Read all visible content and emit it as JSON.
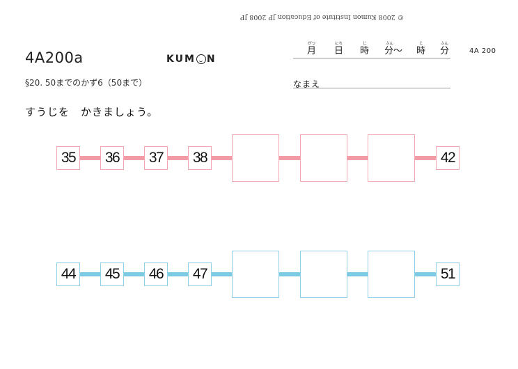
{
  "header": {
    "copyright": "© 2008 Kumon Institute of Education JP 2008 JP",
    "worksheet_code": "4A200a",
    "logo": {
      "prefix": "KUM",
      "suffix": "N"
    },
    "subtitle": "§20. 50までのかず6（50まで）",
    "instruction": "すうじを　かきましょう。",
    "page_code": "4A 200"
  },
  "date_field": {
    "items": [
      {
        "ruby": "がつ",
        "kanji": "月"
      },
      {
        "ruby": "にち",
        "kanji": "日"
      },
      {
        "ruby": "じ",
        "kanji": "時"
      },
      {
        "ruby": "ふん",
        "kanji": "分〜"
      },
      {
        "ruby": "じ",
        "kanji": "時"
      },
      {
        "ruby": "ふん",
        "kanji": "分"
      }
    ]
  },
  "name_field": {
    "label": "なまえ"
  },
  "colors": {
    "pink_border": "#f4a6b0",
    "pink_bar": "#f29aa6",
    "blue_border": "#8fd0e8",
    "blue_bar": "#7ccae4"
  },
  "rows": [
    {
      "color": "pink",
      "cells": [
        {
          "type": "small",
          "value": "35"
        },
        {
          "type": "small",
          "value": "36"
        },
        {
          "type": "small",
          "value": "37"
        },
        {
          "type": "small",
          "value": "38"
        },
        {
          "type": "large",
          "value": ""
        },
        {
          "type": "large",
          "value": ""
        },
        {
          "type": "large",
          "value": ""
        },
        {
          "type": "small",
          "value": "42"
        }
      ]
    },
    {
      "color": "blue",
      "cells": [
        {
          "type": "small",
          "value": "44"
        },
        {
          "type": "small",
          "value": "45"
        },
        {
          "type": "small",
          "value": "46"
        },
        {
          "type": "small",
          "value": "47"
        },
        {
          "type": "large",
          "value": ""
        },
        {
          "type": "large",
          "value": ""
        },
        {
          "type": "large",
          "value": ""
        },
        {
          "type": "small",
          "value": "51"
        }
      ]
    }
  ]
}
